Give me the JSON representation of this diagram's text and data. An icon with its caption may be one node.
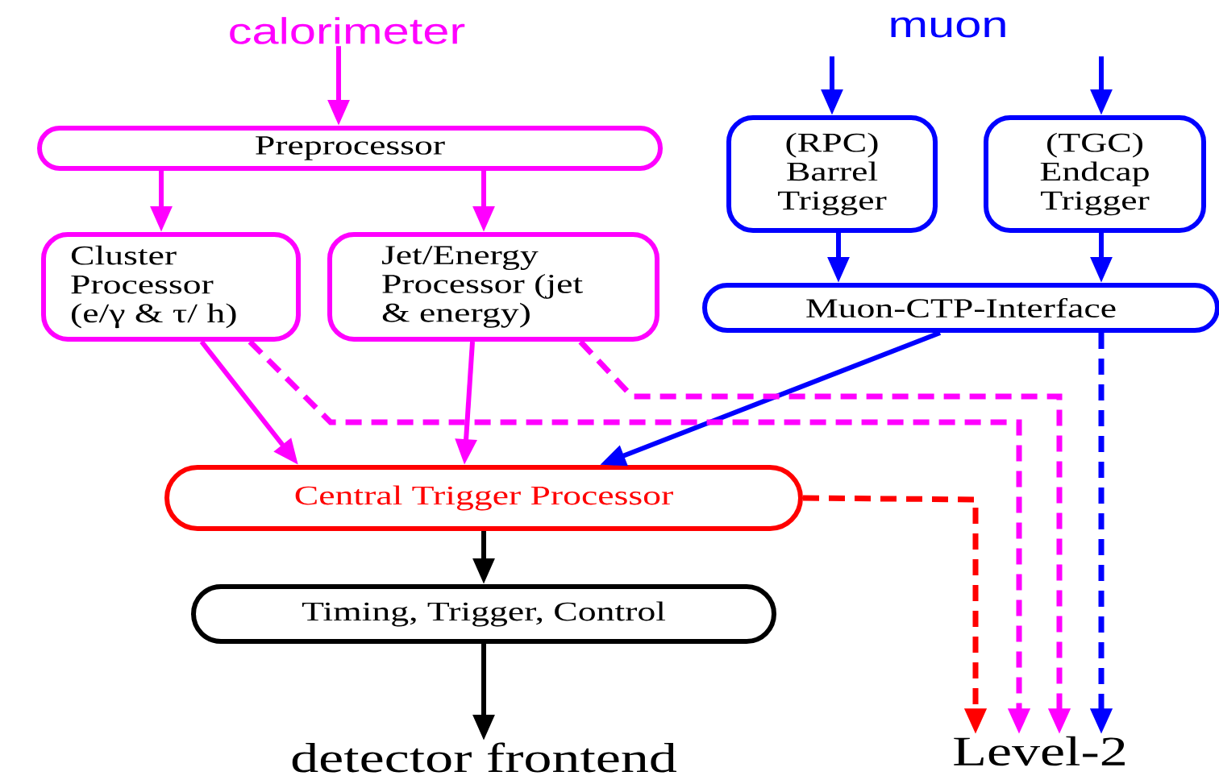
{
  "diagram": {
    "nodes": [
      {
        "text": [
          "calorimeter"
        ]
      },
      {
        "text": [
          "muon"
        ]
      },
      {
        "text": [
          "Preprocessor"
        ]
      },
      {
        "text": [
          "(RPC) Barrel Trigger"
        ]
      },
      {
        "text": [
          "(TGC) Endcap Trigger"
        ]
      },
      {
        "text": [
          "Cluster Processor (e/γ & τ/ h)"
        ]
      },
      {
        "text": [
          "Jet/Energy Processor (jet & energy)"
        ]
      },
      {
        "text": [
          "Muon-CTP-Interface"
        ]
      },
      {
        "text": [
          "Central Trigger Processor"
        ]
      },
      {
        "text": [
          "Timing, Trigger, Control"
        ]
      },
      {
        "text": [
          "detector frontend"
        ]
      },
      {
        "text": [
          "Level-2"
        ]
      }
    ],
    "edges": [
      {
        "from": 0,
        "to": 2,
        "arrow": "to"
      },
      {
        "from": null,
        "to": 3,
        "arrow": "to",
        "color": "#0000ff"
      },
      {
        "from": null,
        "to": 4,
        "arrow": "to",
        "color": "#0000ff"
      },
      {
        "from": 2,
        "to": 5,
        "arrow": "to"
      },
      {
        "from": 2,
        "to": 6,
        "arrow": "to"
      },
      {
        "from": 3,
        "to": 7,
        "arrow": "to",
        "color": "#0000ff"
      },
      {
        "from": 4,
        "to": 7,
        "arrow": "to",
        "color": "#0000ff"
      },
      {
        "from": 5,
        "to": 8,
        "arrow": "to"
      },
      {
        "from": 6,
        "to": 8,
        "arrow": "to"
      },
      {
        "from": 7,
        "to": 8,
        "arrow": "to",
        "color": "#0000ff"
      },
      {
        "from": 5,
        "to": 11,
        "arrow": "to",
        "style": "dashed"
      },
      {
        "from": 6,
        "to": 11,
        "arrow": "to",
        "style": "dashed"
      },
      {
        "from": 7,
        "to": 11,
        "arrow": "to",
        "style": "dashed",
        "color": "#0000ff"
      },
      {
        "from": 8,
        "to": 11,
        "arrow": "to",
        "style": "dashed",
        "color": "#ff0000"
      },
      {
        "from": 8,
        "to": 9,
        "arrow": "to",
        "color": "#000000"
      },
      {
        "from": 9,
        "to": 10,
        "arrow": "to",
        "color": "#000000"
      }
    ]
  }
}
